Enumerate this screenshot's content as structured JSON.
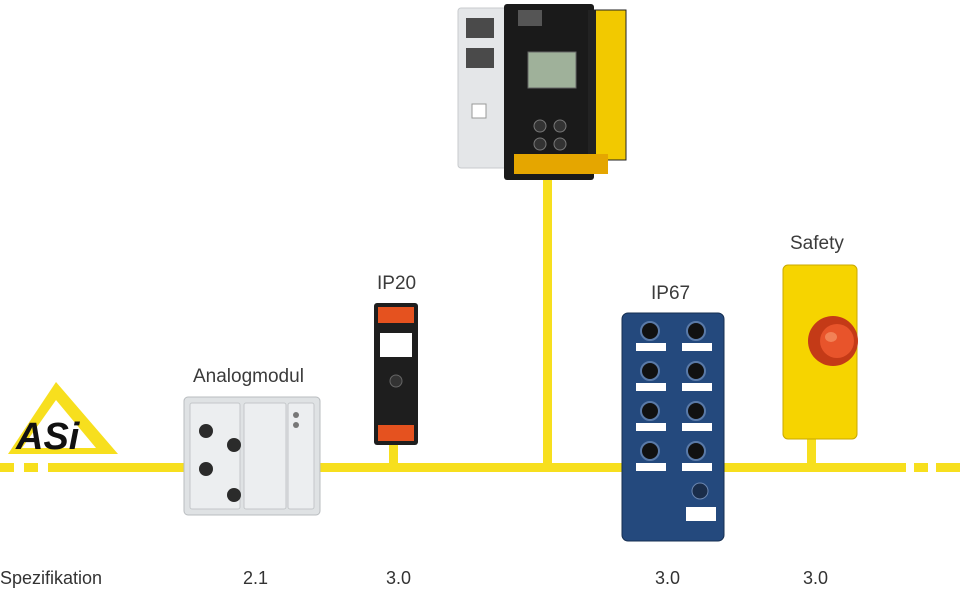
{
  "logo": {
    "text": "ASi"
  },
  "devices": {
    "analog": {
      "label": "Analogmodul",
      "spec": "2.1"
    },
    "ip20": {
      "label": "IP20",
      "spec": "3.0"
    },
    "ip67": {
      "label": "IP67",
      "spec": "3.0"
    },
    "safety": {
      "label": "Safety",
      "spec": "3.0"
    }
  },
  "spec_row_label": "Spezifikation",
  "colors": {
    "bus_yellow": "#f7df1e",
    "module_blue": "#24497d",
    "safety_red": "#e8542b"
  }
}
